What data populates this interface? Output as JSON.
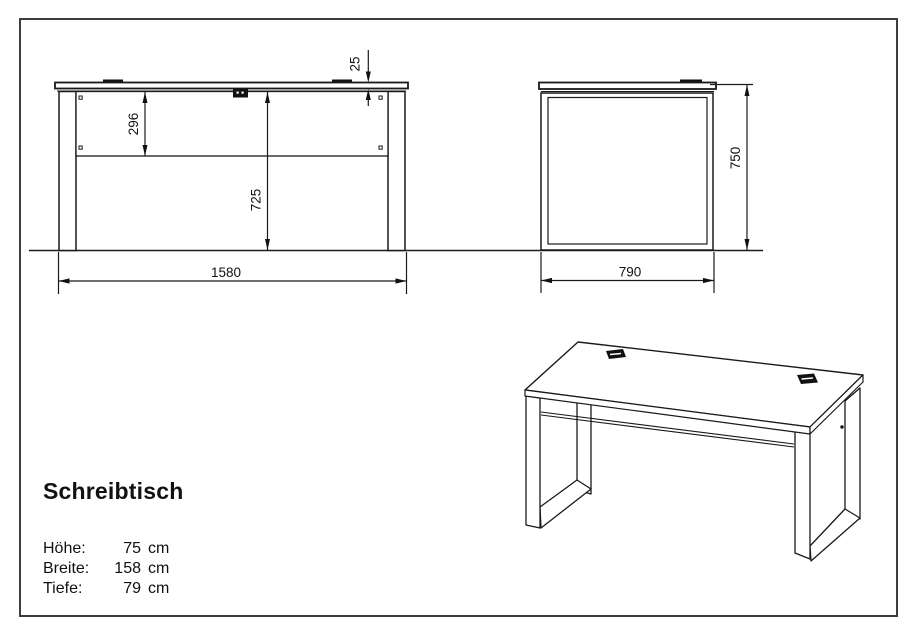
{
  "product": {
    "title": "Schreibtisch",
    "specs": [
      {
        "label": "Höhe:",
        "value": "75",
        "unit": "cm"
      },
      {
        "label": "Breite:",
        "value": "158",
        "unit": "cm"
      },
      {
        "label": "Tiefe:",
        "value": "79",
        "unit": "cm"
      }
    ]
  },
  "views": {
    "front": {
      "width": "1580",
      "height_floor_to_underside": "725",
      "back_panel_offset": "296",
      "top_thickness": "25"
    },
    "side": {
      "depth": "790",
      "total_height": "750"
    }
  },
  "colors": {
    "line": "#1a1a1a",
    "sheet_border": "#3d3d3d",
    "background": "#ffffff"
  }
}
